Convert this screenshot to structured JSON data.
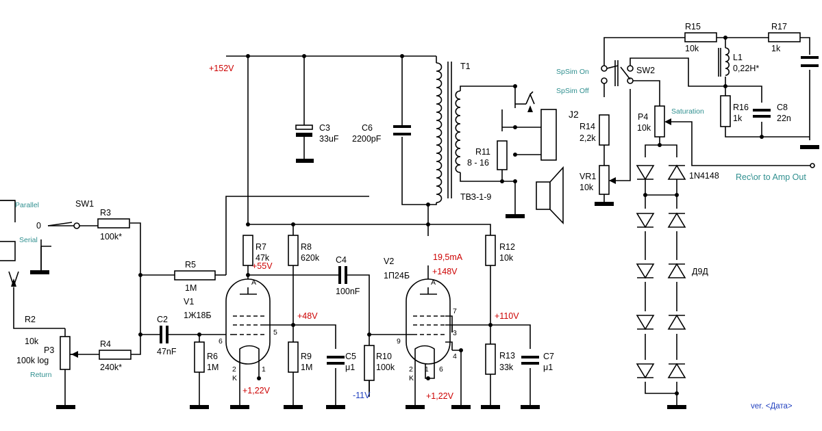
{
  "switches": {
    "sw1": {
      "name": "SW1",
      "opt_a": "Parallel",
      "opt_b": "Serial",
      "pos": "0"
    },
    "sw2": {
      "name": "SW2",
      "opt_a": "SpSim On",
      "opt_b": "SpSim Off"
    }
  },
  "rails": {
    "b_plus": "+152V",
    "neg": "-11V"
  },
  "resistors": {
    "r2": {
      "ref": "R2",
      "val": "10k"
    },
    "r3": {
      "ref": "R3",
      "val": "100k*"
    },
    "r4": {
      "ref": "R4",
      "val": "240k*"
    },
    "r5": {
      "ref": "R5",
      "val": "1M"
    },
    "r6": {
      "ref": "R6",
      "val": "1M"
    },
    "r7": {
      "ref": "R7",
      "val": "47k"
    },
    "r8": {
      "ref": "R8",
      "val": "620k"
    },
    "r9": {
      "ref": "R9",
      "val": "1M"
    },
    "r10": {
      "ref": "R10",
      "val": "100k"
    },
    "r11": {
      "ref": "R11",
      "val": "8 - 16"
    },
    "r12": {
      "ref": "R12",
      "val": "10k"
    },
    "r13": {
      "ref": "R13",
      "val": "33k"
    },
    "r14": {
      "ref": "R14",
      "val": "2,2k"
    },
    "r15": {
      "ref": "R15",
      "val": "10k"
    },
    "r16": {
      "ref": "R16",
      "val": "1k"
    },
    "r17": {
      "ref": "R17",
      "val": "1k"
    }
  },
  "pots": {
    "p3": {
      "ref": "P3",
      "val": "100k log",
      "tag": "Return"
    },
    "p4": {
      "ref": "P4",
      "val": "10k",
      "tag": "Saturation"
    },
    "vr1": {
      "ref": "VR1",
      "val": "10k"
    }
  },
  "capacitors": {
    "c2": {
      "ref": "C2",
      "val": "47nF"
    },
    "c3": {
      "ref": "C3",
      "val": "33uF"
    },
    "c4": {
      "ref": "C4",
      "val": "100nF"
    },
    "c5": {
      "ref": "C5",
      "val": "μ1"
    },
    "c6": {
      "ref": "C6",
      "val": "2200pF"
    },
    "c7": {
      "ref": "C7",
      "val": "μ1"
    },
    "c8": {
      "ref": "C8",
      "val": "22n"
    }
  },
  "inductor": {
    "ref": "L1",
    "val": "0,22H*"
  },
  "transformer": {
    "ref": "T1",
    "type": "ТВЗ-1-9"
  },
  "jack": {
    "ref": "J2"
  },
  "tubes": {
    "v1": {
      "ref": "V1",
      "type": "1Ж18Б"
    },
    "v2": {
      "ref": "V2",
      "type": "1П24Б"
    }
  },
  "diodes": {
    "pair": "1N4148",
    "string": "Д9Д"
  },
  "voltages": {
    "v1_anode": "+55V",
    "v1_screen": "+48V",
    "v1_fil": "+1,22V",
    "v2_current": "19,5mA",
    "v2_anode": "+148V",
    "v2_screen": "+110V",
    "v2_fil": "+1,22V"
  },
  "pins": {
    "a": "A",
    "k": "K",
    "p1": "1",
    "p2": "2",
    "p3": "3",
    "p4": "4",
    "p5": "5",
    "p6": "6",
    "p7": "7",
    "p9": "9"
  },
  "output_label": "Rec\\or to Amp Out",
  "version": "ver. <Дата>"
}
